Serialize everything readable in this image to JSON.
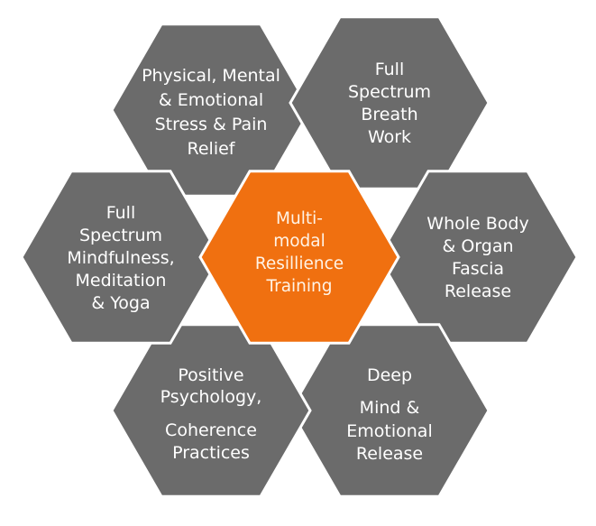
{
  "diagram": {
    "center": {
      "lines": [
        "Multi-",
        "modal",
        "Resillience",
        "Training"
      ],
      "color": "#f07010"
    },
    "petals": [
      {
        "id": "stress",
        "lines": [
          "Physical, Mental",
          "& Emotional",
          "Stress & Pain",
          "Relief"
        ]
      },
      {
        "id": "breath",
        "lines": [
          "Full",
          "Spectrum",
          "Breath",
          "Work"
        ]
      },
      {
        "id": "fascia",
        "lines": [
          "Whole Body",
          "& Organ",
          "Fascia",
          "Release"
        ]
      },
      {
        "id": "release",
        "lines": [
          "Deep",
          "Mind &",
          "Emotional",
          "Release"
        ]
      },
      {
        "id": "psychology",
        "lines": [
          "Positive",
          "Psychology,",
          "Coherence",
          "Practices"
        ]
      },
      {
        "id": "mindfulness",
        "lines": [
          "Full",
          "Spectrum",
          "Mindfulness,",
          "Meditation",
          "& Yoga"
        ]
      }
    ],
    "petal_color": "#6b6b6b",
    "border_color": "#ffffff"
  }
}
